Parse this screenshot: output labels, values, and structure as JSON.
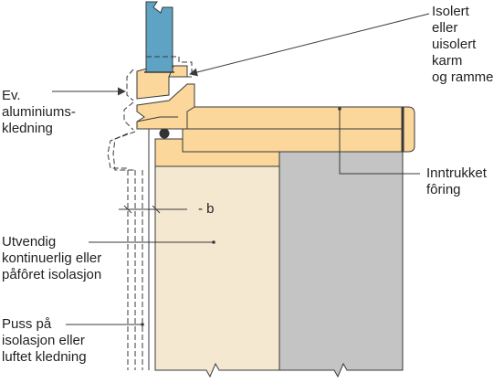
{
  "labels": {
    "frame": [
      "Isolert",
      "eller",
      "uisolert",
      "karm",
      "og ramme"
    ],
    "cladding": [
      "Ev.",
      "aluminiums-",
      "kledning"
    ],
    "lining": [
      "Inntrukket",
      "fôring"
    ],
    "dimension": "- b",
    "insulation": [
      "Utvendig",
      "kontinuerlig eller",
      "påfôret isolasjon"
    ],
    "render": [
      "Puss på",
      "isolasjon eller",
      "luftet kledning"
    ]
  },
  "colors": {
    "glass": "#5ea3c4",
    "insulation": "#f5e8d0",
    "timber": "#fbd79b",
    "wall": "#c4c4c4",
    "outline": "#3a3a3a",
    "text": "#222222"
  }
}
